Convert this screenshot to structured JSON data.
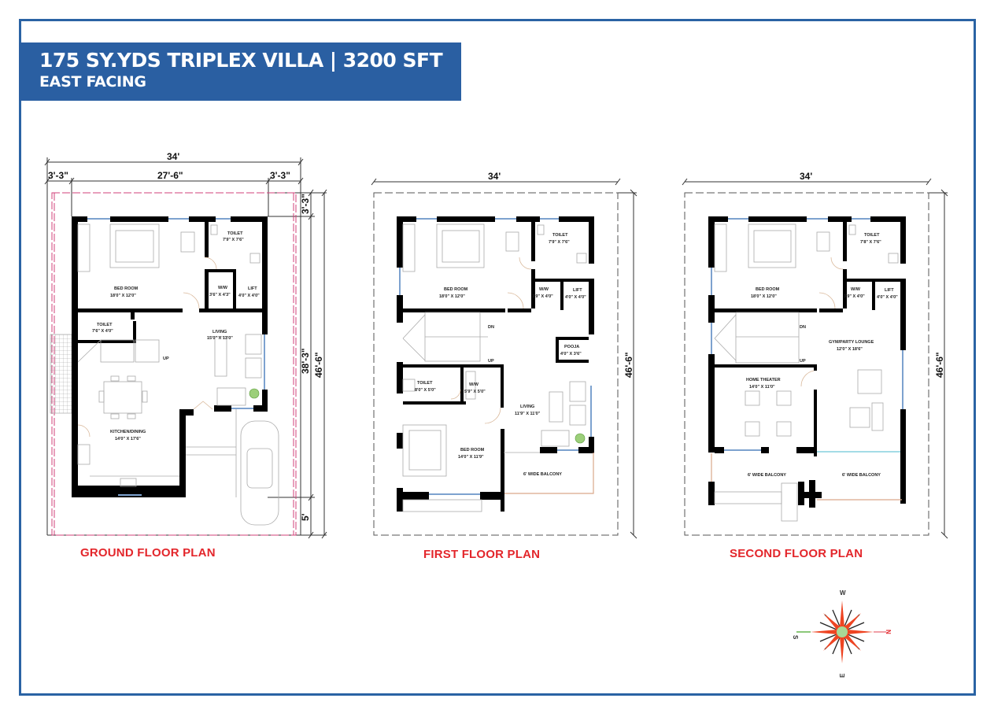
{
  "header": {
    "title": "175 SY.YDS TRIPLEX VILLA | 3200 SFT",
    "subtitle": "EAST FACING"
  },
  "colors": {
    "frame": "#2a63a4",
    "banner": "#2a5fa2",
    "plan_title": "#e3262b",
    "wall": "#000000",
    "window": "#7da2cf",
    "setback_line": "#d0407a"
  },
  "plans": [
    {
      "name": "ground",
      "title": "GROUND FLOOR PLAN",
      "dimensions": {
        "overall_width": "34'",
        "left_setback": "3'-3\"",
        "built_width": "27'-6\"",
        "right_setback": "3'-3\"",
        "top_setback": "3'-3\"",
        "built_depth": "38'-3\"",
        "overall_depth": "46'-6\"",
        "bottom_setback": "5'"
      },
      "rooms": [
        {
          "name": "BED ROOM",
          "size": "18'0\" X 12'0\""
        },
        {
          "name": "TOILET",
          "size": "7'9\" X 7'6\""
        },
        {
          "name": "W/W",
          "size": "3'6\" X 4'3\""
        },
        {
          "name": "LIFT",
          "size": "4'0\" X 4'0\""
        },
        {
          "name": "TOILET",
          "size": "7'6\" X 4'0\""
        },
        {
          "name": "LIVING",
          "size": "15'0\" X 13'0\""
        },
        {
          "name": "KITCHEN/DINING",
          "size": "14'0\" X 17'6\""
        }
      ],
      "stair_label": "UP"
    },
    {
      "name": "first",
      "title": "FIRST FLOOR PLAN",
      "dimensions": {
        "overall_width": "34'",
        "overall_depth": "46'-6\""
      },
      "rooms": [
        {
          "name": "BED ROOM",
          "size": "18'0\" X 12'0\""
        },
        {
          "name": "TOILET",
          "size": "7'9\" X 7'6\""
        },
        {
          "name": "W/W",
          "size": "3'9\" X 4'0\""
        },
        {
          "name": "LIFT",
          "size": "4'0\" X 4'0\""
        },
        {
          "name": "POOJA",
          "size": "4'0\" X 3'6\""
        },
        {
          "name": "TOILET",
          "size": "8'0\" X 5'0\""
        },
        {
          "name": "W/W",
          "size": "5'9\" X 5'0\""
        },
        {
          "name": "LIVING",
          "size": "11'9\" X 11'0\""
        },
        {
          "name": "BED ROOM",
          "size": "14'0\" X 11'9\""
        },
        {
          "name": "6' WIDE BALCONY",
          "size": ""
        }
      ],
      "stair_labels": [
        "DN",
        "UP"
      ]
    },
    {
      "name": "second",
      "title": "SECOND FLOOR PLAN",
      "dimensions": {
        "overall_width": "34'",
        "overall_depth": "46'-6\""
      },
      "rooms": [
        {
          "name": "BED ROOM",
          "size": "18'0\" X 12'0\""
        },
        {
          "name": "TOILET",
          "size": "7'8\" X 7'6\""
        },
        {
          "name": "W/W",
          "size": "3'9\" X 4'0\""
        },
        {
          "name": "LIFT",
          "size": "4'0\" X 4'0\""
        },
        {
          "name": "GYM/PARTY LOUNGE",
          "size": "12'0\" X 18'6\""
        },
        {
          "name": "HOME THEATER",
          "size": "14'0\" X 11'0\""
        },
        {
          "name": "6' WIDE BALCONY",
          "size": ""
        },
        {
          "name": "6' WIDE BALCONY",
          "size": ""
        }
      ],
      "stair_labels": [
        "DN",
        "UP"
      ]
    }
  ],
  "compass": {
    "top": "W",
    "right": "N",
    "bottom": "E",
    "left": "S"
  }
}
